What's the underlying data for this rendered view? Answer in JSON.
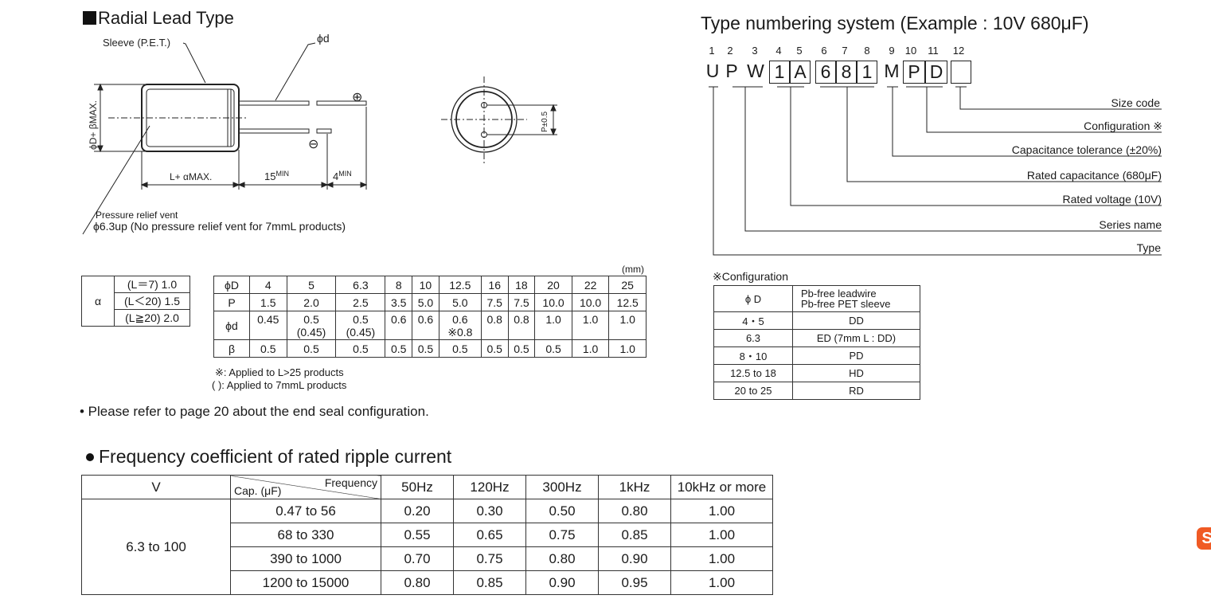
{
  "radial": {
    "title": "Radial Lead Type",
    "sleeve_label": "Sleeve (P.E.T.)",
    "phi_d_label": "ϕd",
    "diameter_label": "ϕD+ βMAX.",
    "plus_symbol": "⊕",
    "minus_symbol": "⊖",
    "length_label": "L+ αMAX.",
    "lead15_label": "15",
    "lead15_sup": "MIN",
    "lead4_label": "4",
    "lead4_sup": "MIN",
    "p_label": "P±0.5",
    "vent_line1": "Pressure relief vent",
    "vent_line2": "ϕ6.3up (No pressure relief vent for 7mmL  products)"
  },
  "alpha_table": {
    "symbol": "α",
    "rows": [
      "(L＝7) 1.0",
      "(L＜20) 1.5",
      "(L≧20) 2.0"
    ]
  },
  "dims_table": {
    "unit": "(mm)",
    "row_phiD": {
      "label": "ϕD",
      "values": [
        "4",
        "5",
        "6.3",
        "8",
        "10",
        "12.5",
        "16",
        "18",
        "20",
        "22",
        "25"
      ]
    },
    "row_P": {
      "label": "P",
      "values": [
        "1.5",
        "2.0",
        "2.5",
        "3.5",
        "5.0",
        "5.0",
        "7.5",
        "7.5",
        "10.0",
        "10.0",
        "12.5"
      ]
    },
    "row_phid": {
      "label": "ϕd",
      "values": [
        "0.45",
        "0.5",
        "0.5",
        "0.6",
        "0.6",
        "0.6",
        "0.8",
        "0.8",
        "1.0",
        "1.0",
        "1.0"
      ],
      "subvalues": [
        "",
        "(0.45)",
        "(0.45)",
        "",
        "",
        "※0.8",
        "",
        "",
        "",
        "",
        ""
      ]
    },
    "row_beta": {
      "label": "β",
      "values": [
        "0.5",
        "0.5",
        "0.5",
        "0.5",
        "0.5",
        "0.5",
        "0.5",
        "0.5",
        "0.5",
        "1.0",
        "1.0"
      ]
    },
    "note1": "※: Applied to L>25 products",
    "note2": "( ): Applied to 7mmL products"
  },
  "seal_note": "• Please refer to page 20 about the end seal configuration.",
  "type_numbering": {
    "title": "Type numbering system  (Example : 10V  680μF)",
    "positions": [
      "1",
      "2",
      "3",
      "4",
      "5",
      "6",
      "7",
      "8",
      "9",
      "10",
      "11",
      "12"
    ],
    "chars": [
      "U",
      "P",
      "W",
      "1",
      "A",
      "6",
      "8",
      "1",
      "M",
      "P",
      "D",
      ""
    ],
    "labels": [
      "Size code",
      "Configuration ※",
      "Capacitance tolerance (±20%)",
      "Rated capacitance (680μF)",
      "Rated voltage (10V)",
      "Series name",
      "Type"
    ]
  },
  "config": {
    "title": "※Configuration",
    "header_left": "ϕ D",
    "header_right_1": "Pb-free leadwire",
    "header_right_2": "Pb-free PET sleeve",
    "rows": [
      {
        "size": "4・5",
        "code": "DD"
      },
      {
        "size": "6.3",
        "code": "ED (7mm L : DD)"
      },
      {
        "size": "8・10",
        "code": "PD"
      },
      {
        "size": "12.5 to 18",
        "code": "HD"
      },
      {
        "size": "20 to 25",
        "code": "RD"
      }
    ]
  },
  "freq": {
    "title": "Frequency coefficient of rated ripple current",
    "col_v": "V",
    "diag_top": "Frequency",
    "diag_bottom": "Cap. (μF)",
    "headers": [
      "50Hz",
      "120Hz",
      "300Hz",
      "1kHz",
      "10kHz or more"
    ],
    "voltage": "6.3 to 100",
    "rows": [
      {
        "cap": "0.47 to 56",
        "values": [
          "0.20",
          "0.30",
          "0.50",
          "0.80",
          "1.00"
        ]
      },
      {
        "cap": "68 to 330",
        "values": [
          "0.55",
          "0.65",
          "0.75",
          "0.85",
          "1.00"
        ]
      },
      {
        "cap": "390 to 1000",
        "values": [
          "0.70",
          "0.75",
          "0.80",
          "0.90",
          "1.00"
        ]
      },
      {
        "cap": "1200 to 15000",
        "values": [
          "0.80",
          "0.85",
          "0.90",
          "0.95",
          "1.00"
        ]
      }
    ]
  },
  "logo_glyph": "S"
}
